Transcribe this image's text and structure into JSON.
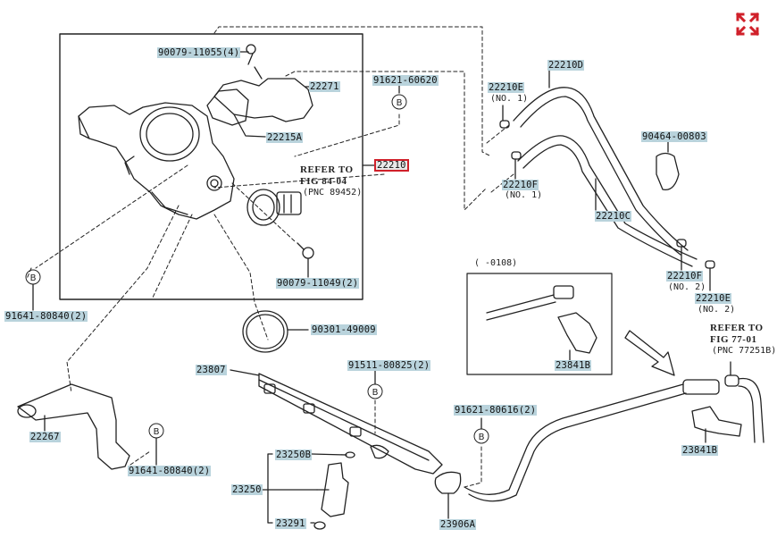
{
  "diagram": {
    "type": "exploded-parts-diagram",
    "subject": "Throttle body, fuel delivery pipe and fuel injectors",
    "accent_color": "#d0202a",
    "label_highlight_color": "#b9d3dc",
    "controls": {
      "expand_icon": "fullscreen-expand-icon"
    },
    "labels": [
      {
        "id": "p90079-11055",
        "text": "90079-11055(4)"
      },
      {
        "id": "p22271",
        "text": "22271"
      },
      {
        "id": "p22215a",
        "text": "22215A"
      },
      {
        "id": "p91621-60620",
        "text": "91621-60620"
      },
      {
        "id": "p22210-main",
        "text": "22210",
        "highlighted": true
      },
      {
        "id": "p90079-11049",
        "text": "90079-11049(2)"
      },
      {
        "id": "p91641-80840-a",
        "text": "91641-80840(2)"
      },
      {
        "id": "p90301-49009",
        "text": "90301-49009"
      },
      {
        "id": "p23807",
        "text": "23807"
      },
      {
        "id": "p91511-80825",
        "text": "91511-80825(2)"
      },
      {
        "id": "p22267",
        "text": "22267"
      },
      {
        "id": "p91641-80840-b",
        "text": "91641-80840(2)"
      },
      {
        "id": "p23250b",
        "text": "23250B"
      },
      {
        "id": "p23250",
        "text": "23250"
      },
      {
        "id": "p23291",
        "text": "23291"
      },
      {
        "id": "p91621-80616",
        "text": "91621-80616(2)"
      },
      {
        "id": "p23906a",
        "text": "23906A"
      },
      {
        "id": "p22210d",
        "text": "22210D"
      },
      {
        "id": "p22210e",
        "text": "22210E"
      },
      {
        "id": "p22210f",
        "text": "22210F"
      },
      {
        "id": "p90464-00803",
        "text": "90464-00803"
      },
      {
        "id": "p22210c",
        "text": "22210C"
      },
      {
        "id": "p22210f2",
        "text": "22210F"
      },
      {
        "id": "p22210e2",
        "text": "22210E"
      },
      {
        "id": "p23841b-inset",
        "text": "23841B"
      },
      {
        "id": "p23841b",
        "text": "23841B"
      }
    ],
    "notes": {
      "no1_a": "(NO. 1)",
      "no1_b": "(NO. 1)",
      "no2_a": "(NO. 2)",
      "no2_b": "(NO. 2)",
      "ref_fig84": [
        "REFER TO",
        "FIG 84-04",
        "(PNC 89452)"
      ],
      "ref_fig77": [
        "REFER TO",
        "FIG 77-01",
        "(PNC 77251B)"
      ],
      "inset_range": "(      -0108)"
    },
    "callout_symbol": "B"
  }
}
